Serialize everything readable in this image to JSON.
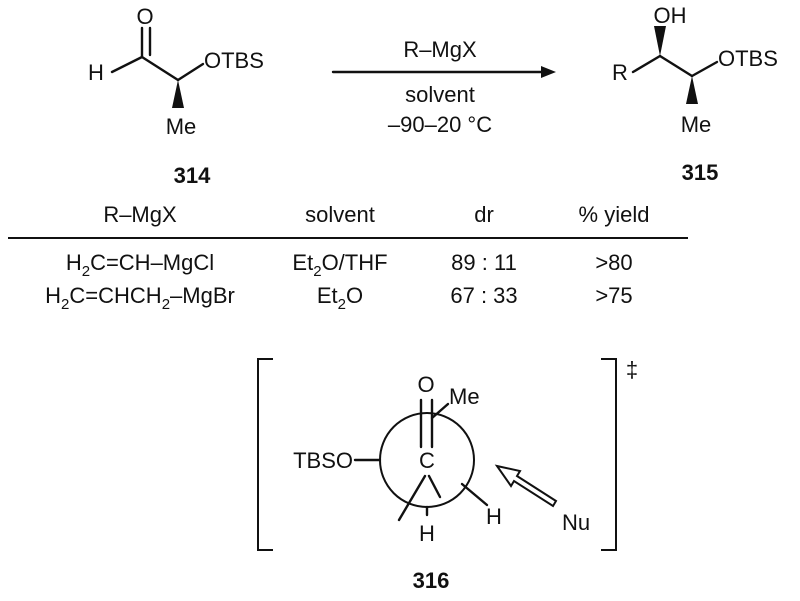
{
  "reactant": {
    "o": "O",
    "h": "H",
    "otbs": "OTBS",
    "me": "Me",
    "label": "314"
  },
  "conditions": {
    "reagent": "R–MgX",
    "solvent": "solvent",
    "temperature": "–90–20 °C"
  },
  "product": {
    "oh": "OH",
    "r": "R",
    "otbs": "OTBS",
    "me": "Me",
    "label": "315"
  },
  "table": {
    "headers": [
      "R–MgX",
      "solvent",
      "dr",
      "% yield"
    ],
    "rows": [
      {
        "reagent": {
          "a": "H",
          "sub": "2",
          "b": "C=CH–MgCl"
        },
        "solvent": {
          "a": "Et",
          "sub": "2",
          "b": "O/THF"
        },
        "dr": "89 : 11",
        "yield": ">80"
      },
      {
        "reagent": {
          "a": "H",
          "sub": "2",
          "b": "C=CHCH",
          "sub2": "2",
          "c": "–MgBr"
        },
        "solvent": {
          "a": "Et",
          "sub": "2",
          "b": "O"
        },
        "dr": "67 : 33",
        "yield": ">75"
      }
    ]
  },
  "transition_state": {
    "dagger": "‡",
    "o": "O",
    "me": "Me",
    "c": "C",
    "tbso": "TBSO",
    "h_bottom": "H",
    "h_right": "H",
    "nu": "Nu",
    "label": "316"
  }
}
